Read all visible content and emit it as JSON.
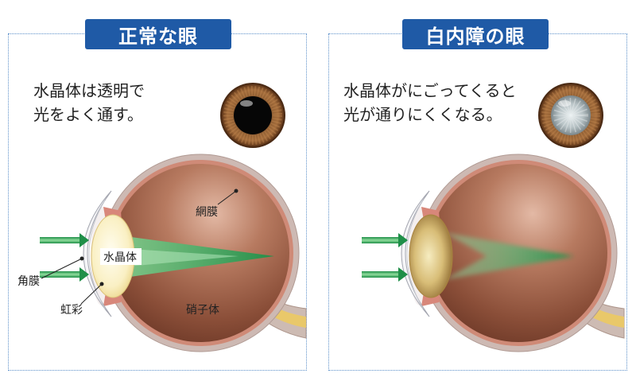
{
  "panels": [
    {
      "title": "正常な眼",
      "caption": [
        "水晶体は透明で",
        "光をよく通す。"
      ]
    },
    {
      "title": "白内障の眼",
      "caption": [
        "水晶体がにごってくると",
        "光が通りにくくなる。"
      ]
    }
  ],
  "labels": {
    "retina": "網膜",
    "lens": "水晶体",
    "cornea": "角膜",
    "iris": "虹彩",
    "vitreous": "硝子体"
  },
  "colors": {
    "badge": "#1f5aa6",
    "panel_border": "#5b8fc9",
    "light_ray": "#1f8f48",
    "clear_lens": "#faf0c4",
    "cloudy_lens": "#d8bd77"
  }
}
